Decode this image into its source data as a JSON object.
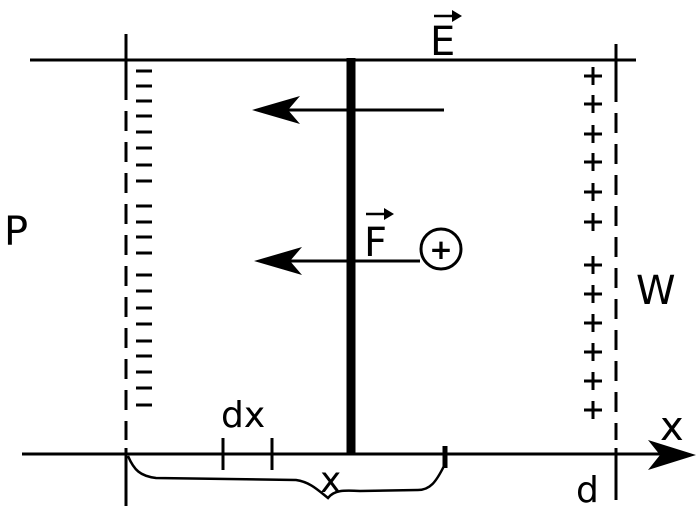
{
  "labels": {
    "vector_e": "E",
    "vector_f": "F",
    "left_plate": "P",
    "right_plate": "W",
    "x_axis": "x",
    "distance": "d",
    "element": "dx",
    "position": "x",
    "charge_symbol": "+"
  },
  "charges": {
    "left_sign": "−",
    "right_sign": "+"
  },
  "colors": {
    "ink": "#000000",
    "background": "#ffffff"
  }
}
